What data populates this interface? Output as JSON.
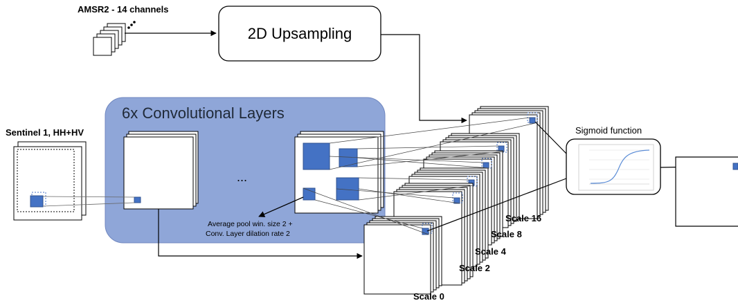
{
  "labels": {
    "amsr2": "AMSR2 - 14 channels",
    "upsampling": "2D Upsampling",
    "conv_layers": "6x Convolutional Layers",
    "sentinel": "Sentinel 1, HH+HV",
    "ellipsis_dots": "...",
    "pool_line1": "Average pool win. size 2 +",
    "pool_line2": "Conv. Layer dilation rate 2",
    "sigmoid": "Sigmoid function",
    "scale16": "Scale 16",
    "scale8": "Scale 8",
    "scale4": "Scale 4",
    "scale2": "Scale 2",
    "scale0": "Scale 0"
  },
  "colors": {
    "accent": "#4472c4",
    "conv_panel": "#8fa6d8",
    "conv_panel_border": "#6f86bf",
    "stroke": "#000000"
  },
  "icons": {
    "amsr2_stack": "stacked-frames-icon",
    "sigmoid_plot": "sigmoid-curve-icon"
  }
}
